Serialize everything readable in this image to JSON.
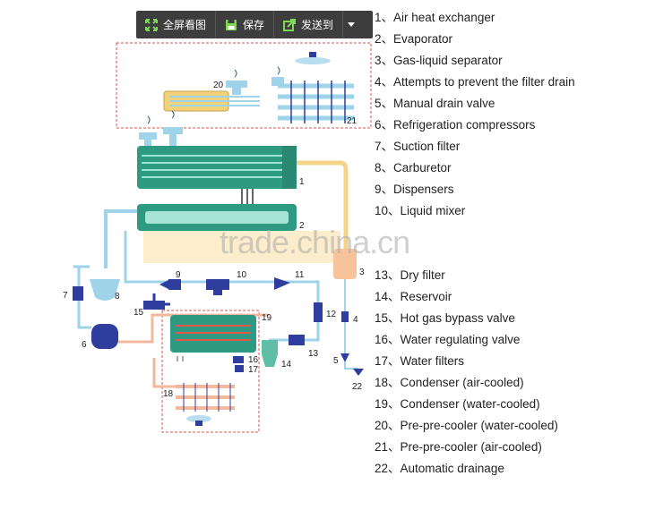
{
  "toolbar": {
    "fullscreen_label": "全屏看图",
    "save_label": "保存",
    "send_label": "发送到"
  },
  "watermark": "trade.china.cn",
  "legend": [
    "1、Air heat exchanger",
    "2、Evaporator",
    "3、Gas-liquid separator",
    "4、Attempts to prevent the filter drain",
    "5、Manual drain valve",
    "6、Refrigeration compressors",
    "7、Suction filter",
    "8、Carburetor",
    "9、Dispensers",
    "10、Liquid mixer",
    "13、Dry filter",
    "14、Reservoir",
    "15、Hot gas bypass valve",
    "16、Water regulating valve",
    "17、Water filters",
    "18、Condenser (air-cooled)",
    "19、Condenser (water-cooled)",
    "20、Pre-pre-cooler (water-cooled)",
    "21、Pre-pre-cooler (air-cooled)",
    "22、Automatic drainage"
  ],
  "labels": {
    "n1": "1",
    "n2": "2",
    "n3": "3",
    "n4": "4",
    "n5": "5",
    "n6": "6",
    "n7": "7",
    "n8": "8",
    "n9": "9",
    "n10": "10",
    "n11": "11",
    "n12": "12",
    "n13": "13",
    "n14": "14",
    "n15": "15",
    "n16": "16",
    "n17": "17",
    "n18": "18",
    "n19": "19",
    "n20": "20",
    "n21": "21",
    "n22": "22"
  },
  "colors": {
    "pipe_air": "#9fd3ea",
    "pipe_hot": "#f3b89c",
    "pipe_yellow": "#f5d48a",
    "vessel": "#2f9a82",
    "valve": "#2f3e9e",
    "dashed_box": "#d9534f"
  }
}
